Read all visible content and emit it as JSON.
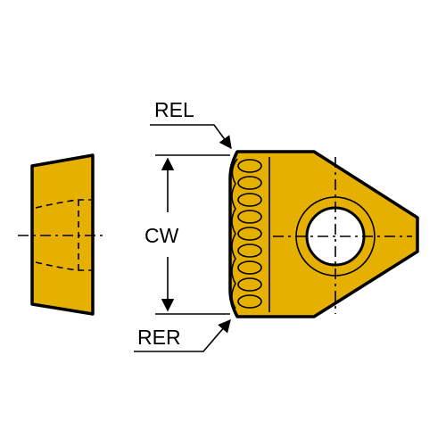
{
  "labels": {
    "rel": "REL",
    "cw": "CW",
    "rer": "RER"
  },
  "colors": {
    "insert_fill": "#E6B000",
    "outline": "#000000",
    "background": "#FFFFFF"
  }
}
